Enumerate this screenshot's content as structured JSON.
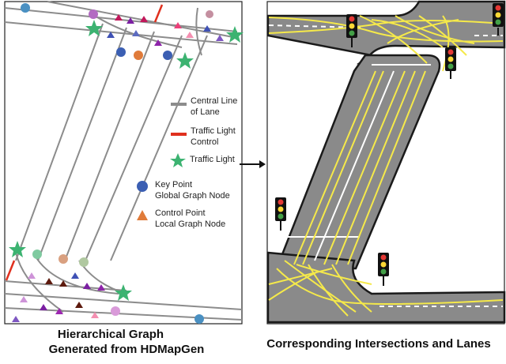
{
  "legend": {
    "central_line": [
      "Central Line",
      "of Lane"
    ],
    "traffic_light_control": [
      "Traffic Light",
      "Control"
    ],
    "traffic_light": "Traffic Light",
    "key_point": [
      "Key Point",
      "Global Graph Node"
    ],
    "control_point": [
      "Control Point",
      "Local Graph Node"
    ]
  },
  "captions": {
    "left": [
      "Hierarchical Graph",
      "Generated from HDMapGen"
    ],
    "right": "Corresponding Intersections and Lanes"
  },
  "colors": {
    "lane_line": "#8c8c8c",
    "traffic_light_control": "#e0301e",
    "traffic_light_star": "#3cb371",
    "key_point": "#3b5fb3",
    "control_point": "#e07b3a",
    "road_surface": "#8a8a8a",
    "lane_marking": "#f5e94a"
  }
}
